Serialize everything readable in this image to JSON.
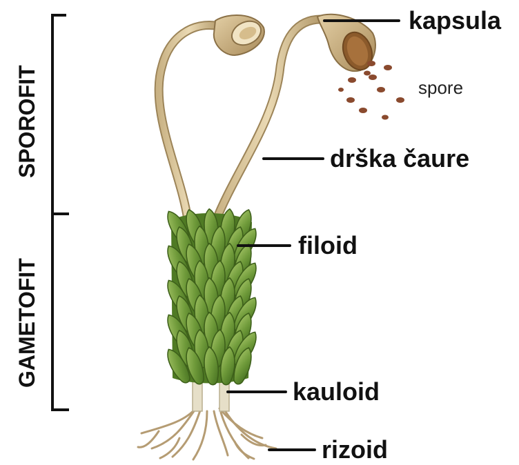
{
  "sections": {
    "sporofit": "SPOROFIT",
    "gametofit": "GAMETOFIT"
  },
  "labels": {
    "kapsula": "kapsula",
    "spore": "spore",
    "drska_caure": "drška čaure",
    "filoid": "filoid",
    "kauloid": "kauloid",
    "rizoid": "rizoid"
  },
  "colors": {
    "stalk": "#d9c49a",
    "stalk_edge": "#9c8458",
    "capsule": "#cdb182",
    "leaf": "#7fa546",
    "leaf_dark": "#4f7a24",
    "stem": "#e6dfc8",
    "root": "#b59c73",
    "spore": "#8a4a2e",
    "line": "#111111"
  }
}
